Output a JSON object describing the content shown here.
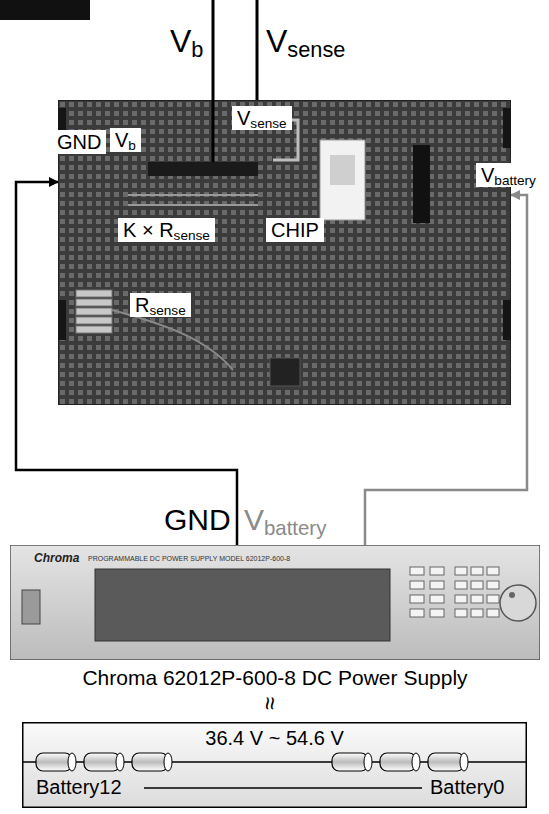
{
  "diagram": {
    "nodes": [
      {
        "text": [
          "GND",
          "Vb",
          "Vsense",
          "K × Rsense",
          "CHIP",
          "Rsense",
          "Vbattery"
        ]
      },
      {
        "text": [
          "Chroma",
          "PROGRAMMABLE DC POWER SUPPLY MODEL 62012P-600-8",
          "Chroma 62012P-600-8 DC Power Supply"
        ]
      },
      {
        "text": [
          "36.4 V ~ 54.6 V",
          "Battery12",
          "Battery0"
        ]
      }
    ],
    "edges": [
      {
        "from": 1,
        "to": 0,
        "arrow": "to",
        "label": "GND"
      },
      {
        "from": 1,
        "to": 0,
        "arrow": "to",
        "label": "Vbattery"
      }
    ],
    "labels": [
      "Vb",
      "Vsense",
      "≈"
    ]
  }
}
